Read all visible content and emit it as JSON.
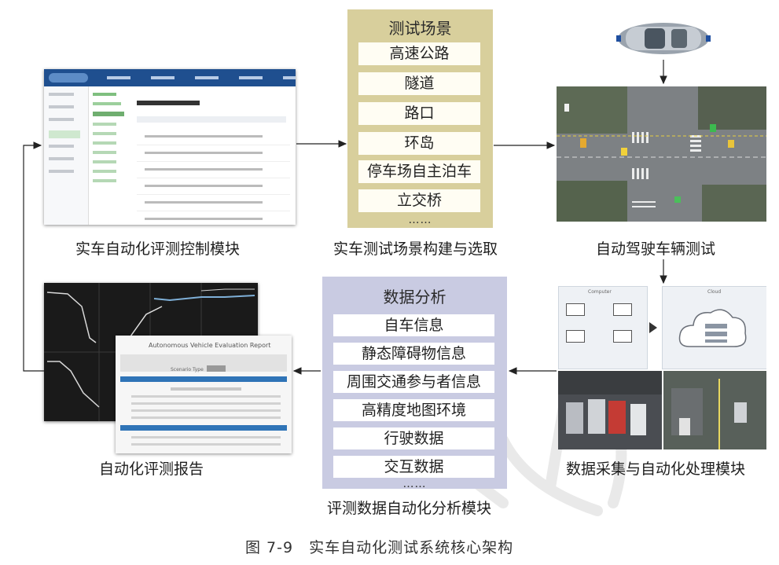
{
  "modules": {
    "control": "实车自动化评测控制模块",
    "scenario": "实车测试场景构建与选取",
    "vehicle_test": "自动驾驶车辆测试",
    "collection": "数据采集与自动化处理模块",
    "analysis": "评测数据自动化分析模块",
    "report": "自动化评测报告"
  },
  "scenario_panel": {
    "title": "测试场景",
    "items": [
      "高速公路",
      "隧道",
      "路口",
      "环岛",
      "停车场自主泊车",
      "立交桥"
    ],
    "more": "……"
  },
  "analysis_panel": {
    "title": "数据分析",
    "items": [
      "自车信息",
      "静态障碍物信息",
      "周围交通参与者信息",
      "高精度地图环境",
      "行驶数据",
      "交互数据"
    ],
    "more": "……"
  },
  "report_screenshot": {
    "title": "Autonomous Vehicle Evaluation Report",
    "scenario_type_label": "Scenario Type"
  },
  "cloud_diagram": {
    "computer_label": "Computer",
    "cloud_label": "Cloud"
  },
  "figure_caption": "图 7-9　实车自动化测试系统核心架构",
  "colors": {
    "scenario_panel": "#d8cf9c",
    "analysis_panel": "#c9cbe2",
    "arrow": "#222222"
  }
}
